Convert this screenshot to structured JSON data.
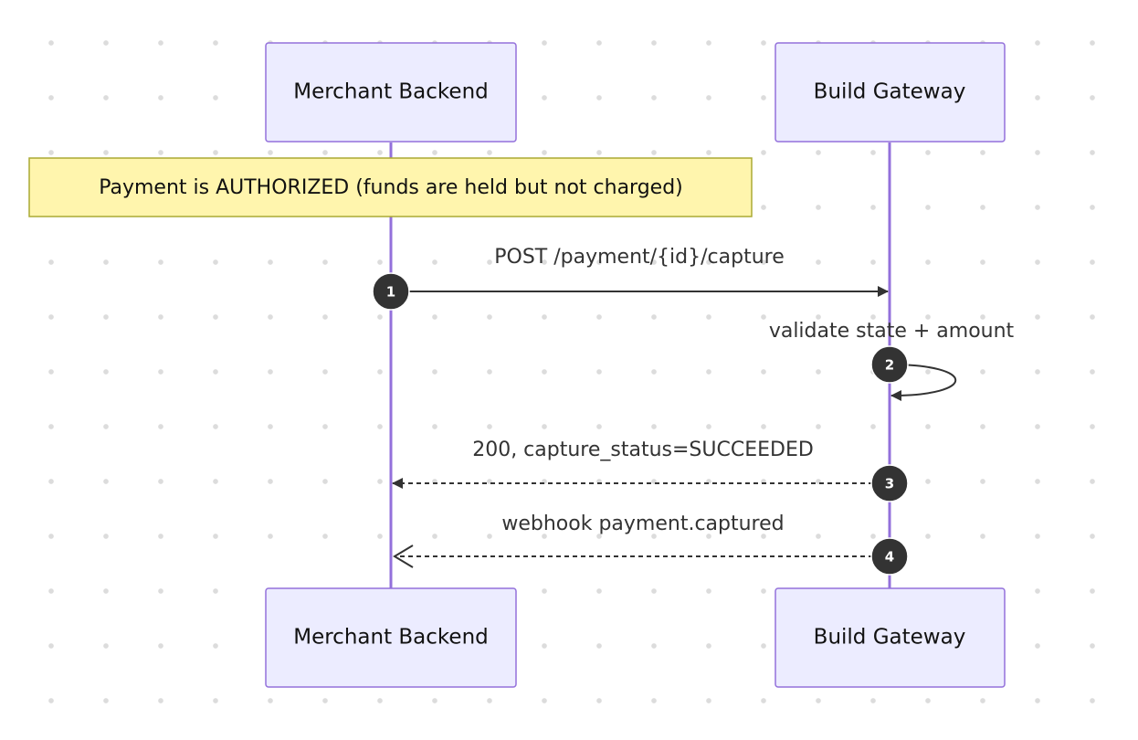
{
  "participants": {
    "merchant": "Merchant Backend",
    "gateway": "Build Gateway"
  },
  "note": "Payment is AUTHORIZED (funds are held but not charged)",
  "messages": [
    {
      "seq": "1",
      "label": "POST /payment/{id}/capture",
      "from": "merchant",
      "to": "gateway",
      "style": "solid"
    },
    {
      "seq": "2",
      "label": "validate state + amount",
      "from": "gateway",
      "to": "gateway",
      "style": "solid"
    },
    {
      "seq": "3",
      "label": "200, capture_status=SUCCEEDED",
      "from": "gateway",
      "to": "merchant",
      "style": "dashed"
    },
    {
      "seq": "4",
      "label": "webhook payment.captured",
      "from": "gateway",
      "to": "merchant",
      "style": "dashed-open"
    }
  ]
}
